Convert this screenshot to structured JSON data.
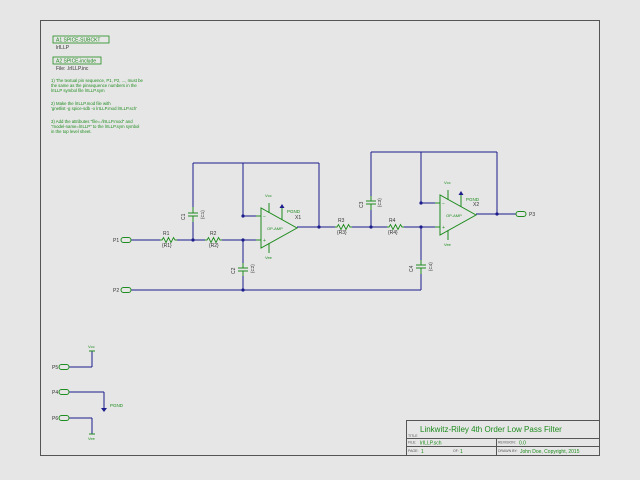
{
  "colors": {
    "background": "#e6e6e6",
    "frame": "#555555",
    "wire": "#1c1c8c",
    "component": "#1e8c1e",
    "text": "#1e8c1e"
  },
  "attributes": [
    {
      "box": "A1   SPICE-SUBCKT",
      "value": "lrILLP"
    },
    {
      "box": "A2   SPICE-include",
      "value": "File: .lrILLP.inc"
    }
  ],
  "notes": [
    [
      "1) The textual pin sequence, P1, P2, ..., must be",
      "the same as the pinsequence numbers in the",
      "lrILLP symbol file lrILLP.sym"
    ],
    [
      "2) Make the lrILLP.mod file with",
      "'gnetlist -g spice-sdb -o lrILLP.mod lrILLP.sch'"
    ],
    [
      "3) Add the attributes \"file=./lrILLP.mod\" and",
      "\"model-name=lrILLP\" to the lrILLP.sym symbol",
      "in the top level sheet."
    ]
  ],
  "components": {
    "R1": {
      "ref": "R1",
      "value": "{R1}"
    },
    "R2": {
      "ref": "R2",
      "value": "{R2}"
    },
    "R3": {
      "ref": "R3",
      "value": "{R3}"
    },
    "R4": {
      "ref": "R4",
      "value": "{R4}"
    },
    "C1": {
      "ref": "C1",
      "value": "{C1}"
    },
    "C2": {
      "ref": "C2",
      "value": "{C2}"
    },
    "C3": {
      "ref": "C3",
      "value": "{C3}"
    },
    "C4": {
      "ref": "C4",
      "value": "{C4}"
    },
    "X1": {
      "ref": "X1",
      "label": "OP-AMP"
    },
    "X2": {
      "ref": "X2",
      "label": "OP-AMP"
    }
  },
  "ports": {
    "P1": "P1",
    "P2": "P2",
    "P3": "P3",
    "P4": "P4",
    "P5": "P5",
    "P6": "P6"
  },
  "nets": {
    "vcc": "Vcc",
    "vee": "Vee",
    "pgnd": "PGND"
  },
  "title_block": {
    "title": "Linkwitz-Riley 4th Order Low Pass Filter",
    "file_label": "FILE:",
    "file": "lrILLP.sch",
    "page_label": "PAGE:",
    "page": "1",
    "of_label": "OF:",
    "of": "1",
    "revision_label": "REVISION:",
    "revision": "0.0",
    "drawn_label": "DRAWN BY:",
    "drawn_by": "John Doe",
    "copyright": "John Doe, Copyright, 2015",
    "title_label": "TITLE"
  }
}
